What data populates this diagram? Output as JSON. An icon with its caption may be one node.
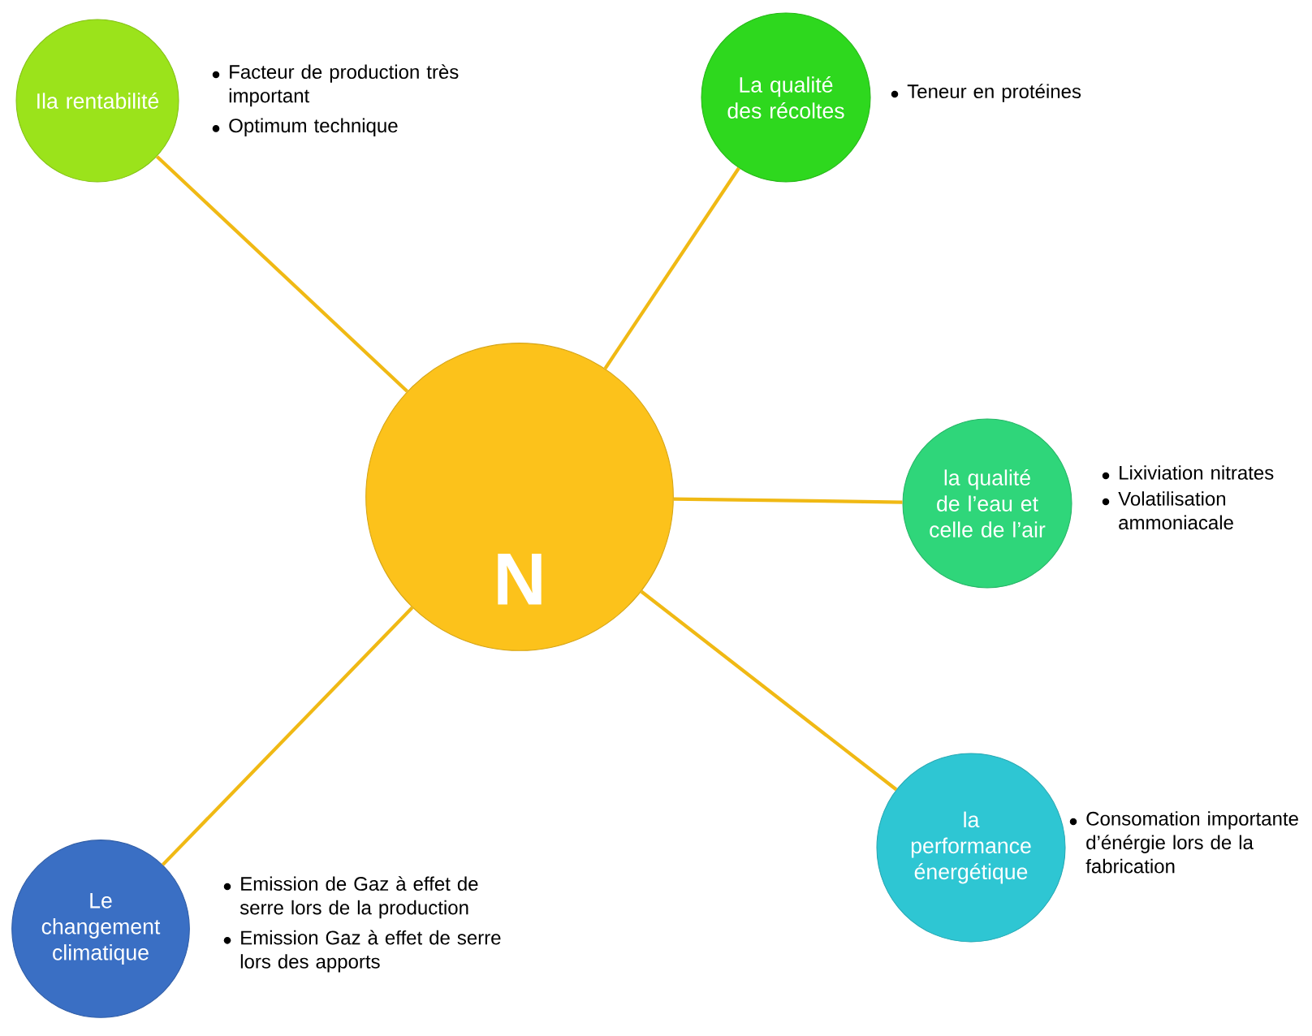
{
  "diagram": {
    "nodes": [
      {
        "text": [
          "N"
        ]
      },
      {
        "text": [
          "Ila rentabilité"
        ],
        "beside": [
          "Facteur de production très important",
          "Optimum technique"
        ]
      },
      {
        "text": [
          "La qualité des récoltes"
        ],
        "beside": [
          "Teneur en protéines"
        ]
      },
      {
        "text": [
          "la qualité de l’eau et celle de l’air"
        ],
        "beside": [
          "Lixiviation nitrates",
          "Volatilisation ammoniacale"
        ]
      },
      {
        "text": [
          "la performance énergétique"
        ],
        "beside": [
          "Consomation importante d’énérgie lors de la fabrication"
        ]
      },
      {
        "text": [
          "Le changement climatique"
        ],
        "beside": [
          "Emission de Gaz à effet de serre lors de la production",
          "Emission Gaz à effet de serre lors des apports"
        ]
      }
    ],
    "edges": [
      {
        "from": 0,
        "to": 1,
        "arrow": "none"
      },
      {
        "from": 0,
        "to": 2,
        "arrow": "none"
      },
      {
        "from": 0,
        "to": 3,
        "arrow": "none"
      },
      {
        "from": 0,
        "to": 4,
        "arrow": "none"
      },
      {
        "from": 0,
        "to": 5,
        "arrow": "none"
      }
    ]
  }
}
